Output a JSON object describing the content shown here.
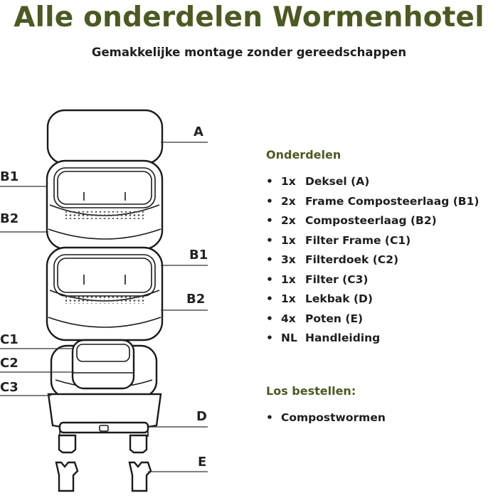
{
  "title": "Alle onderdelen Wormenhotel",
  "subtitle": "Gemakkelijke montage zonder gereedschappen",
  "colors": {
    "heading": "#4a5a21",
    "text": "#1e1e1e",
    "line": "#1a1a1a"
  },
  "diagram": {
    "labels": {
      "A": "A",
      "B1_top": "B1",
      "B2_top": "B2",
      "B1_mid": "B1",
      "B2_mid": "B2",
      "C1": "C1",
      "C2": "C2",
      "C3": "C3",
      "D": "D",
      "E": "E"
    }
  },
  "parts_heading": "Onderdelen",
  "parts": [
    {
      "qty": "1x",
      "name": "Deksel (A)"
    },
    {
      "qty": "2x",
      "name": "Frame Composteerlaag (B1)"
    },
    {
      "qty": "2x",
      "name": "Composteerlaag (B2)"
    },
    {
      "qty": "1x",
      "name": "Filter Frame (C1)"
    },
    {
      "qty": "3x",
      "name": "Filterdoek (C2)"
    },
    {
      "qty": "1x",
      "name": "Filter (C3)"
    },
    {
      "qty": "1x",
      "name": "Lekbak (D)"
    },
    {
      "qty": "4x",
      "name": "Poten (E)"
    },
    {
      "qty": "NL",
      "name": "Handleiding"
    }
  ],
  "order_heading": "Los bestellen:",
  "order_items": [
    {
      "name": "Compostwormen"
    }
  ]
}
